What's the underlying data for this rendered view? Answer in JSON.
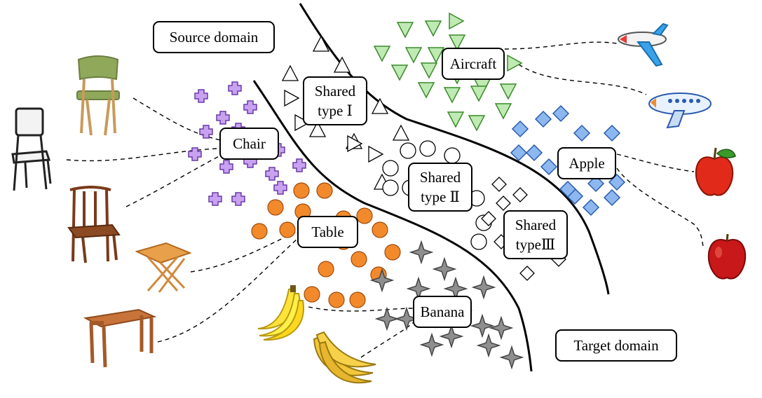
{
  "labels": {
    "source_domain": "Source domain",
    "target_domain": "Target domain",
    "chair": "Chair",
    "table": "Table",
    "banana": "Banana",
    "aircraft": "Aircraft",
    "apple": "Apple",
    "shared1": [
      "Shared",
      "type Ⅰ"
    ],
    "shared2": [
      "Shared",
      "type Ⅱ"
    ],
    "shared3": [
      "Shared",
      "typeⅢ"
    ]
  },
  "colors": {
    "chair_plus": "#c8a2f0",
    "table_circle": "#f28a2c",
    "banana_star": "#8f8f8f",
    "aircraft_triangle": "#bfeab3",
    "apple_diamond": "#8db8ef",
    "stroke": "#000000"
  },
  "icons": [
    "chair-icon",
    "table-icon",
    "banana-icon",
    "airplane-icon",
    "apple-icon"
  ]
}
